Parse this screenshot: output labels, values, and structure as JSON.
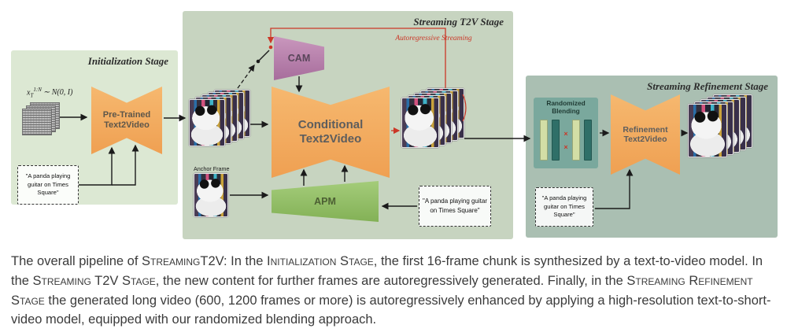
{
  "figure": {
    "stages": {
      "init": {
        "title": "Initialization Stage",
        "math": {
          "base": "x",
          "sub": "T",
          "sup": "1:N",
          "tail": "∼ N(0, I)"
        },
        "node_line1": "Pre-Trained",
        "node_line2": "Text2Video",
        "prompt": "\"A panda playing guitar on Times Square\""
      },
      "stream": {
        "title": "Streaming T2V Stage",
        "cam_label": "CAM",
        "cond_line1": "Conditional",
        "cond_line2": "Text2Video",
        "apm_label": "APM",
        "anchor_label": "Anchor Frame",
        "autoregressive_label": "Autoregressive Streaming",
        "prompt": "\"A panda playing guitar on Times Square\""
      },
      "refine": {
        "title": "Streaming Refinement Stage",
        "blend_line1": "Randomized",
        "blend_line2": "Blending",
        "node_line1": "Refinement",
        "node_line2": "Text2Video",
        "x_mark": "×",
        "prompt": "\"A panda playing guitar on Times Square\""
      }
    },
    "colors": {
      "stage_init_bg": "#dce8d3",
      "stage_stream_bg": "#c7d4c0",
      "stage_refine_bg": "#aabfb2",
      "t2v_orange": "#f2a95f",
      "cam_purple": "#b885ad",
      "apm_green": "#93c068",
      "streaming_red": "#cb3727",
      "blend_teal": "#7aa89d"
    }
  },
  "caption": {
    "segments": [
      {
        "text": "The overall pipeline of ",
        "smallcaps": false
      },
      {
        "text": "Streaming",
        "smallcaps": true
      },
      {
        "text": "T2V: In the ",
        "smallcaps": false
      },
      {
        "text": "Initialization Stage",
        "smallcaps": true
      },
      {
        "text": ", the first 16-frame chunk is synthesized by a text-to-video model. In the ",
        "smallcaps": false
      },
      {
        "text": "Streaming T2V Stage",
        "smallcaps": true
      },
      {
        "text": ", the new content for further frames are autoregressively generated. Finally, in the ",
        "smallcaps": false
      },
      {
        "text": "Streaming Refinement Stage",
        "smallcaps": true
      },
      {
        "text": " the generated long video (600, 1200 frames or more) is autoregressively enhanced by applying a high-resolution text-to-short-video model, equipped with our randomized blending approach.",
        "smallcaps": false
      }
    ]
  }
}
